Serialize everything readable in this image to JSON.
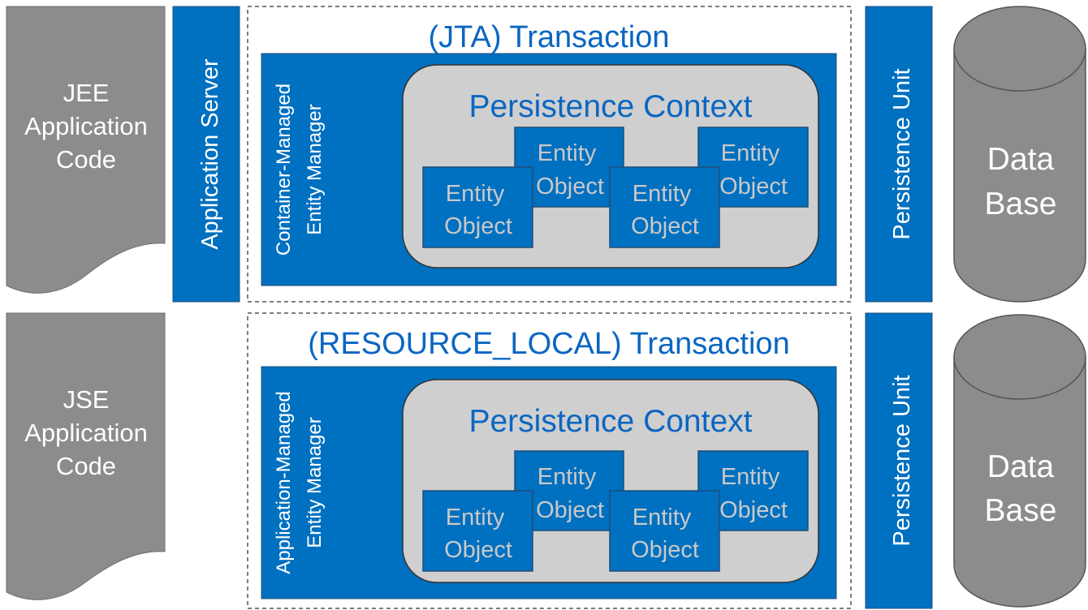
{
  "colors": {
    "blue": "#0070c0",
    "blue_text": "#0a66c2",
    "gray_dark": "#8c8c8c",
    "gray_light": "#cfcfcf",
    "entity_text": "#c9c9c9"
  },
  "top": {
    "app_code": [
      "JEE",
      "Application",
      "Code"
    ],
    "app_server": "Application Server",
    "transaction": "(JTA) Transaction",
    "entity_manager": [
      "Container-Managed",
      "Entity Manager"
    ],
    "persistence_context": "Persistence Context",
    "entities": [
      [
        "Entity",
        "Object"
      ],
      [
        "Entity",
        "Object"
      ],
      [
        "Entity",
        "Object"
      ],
      [
        "Entity",
        "Object"
      ]
    ],
    "persistence_unit": "Persistence Unit",
    "database": [
      "Data",
      "Base"
    ]
  },
  "bottom": {
    "app_code": [
      "JSE",
      "Application",
      "Code"
    ],
    "transaction": "(RESOURCE_LOCAL) Transaction",
    "entity_manager": [
      "Application-Managed",
      "Entity Manager"
    ],
    "persistence_context": "Persistence Context",
    "entities": [
      [
        "Entity",
        "Object"
      ],
      [
        "Entity",
        "Object"
      ],
      [
        "Entity",
        "Object"
      ],
      [
        "Entity",
        "Object"
      ]
    ],
    "persistence_unit": "Persistence Unit",
    "database": [
      "Data",
      "Base"
    ]
  }
}
